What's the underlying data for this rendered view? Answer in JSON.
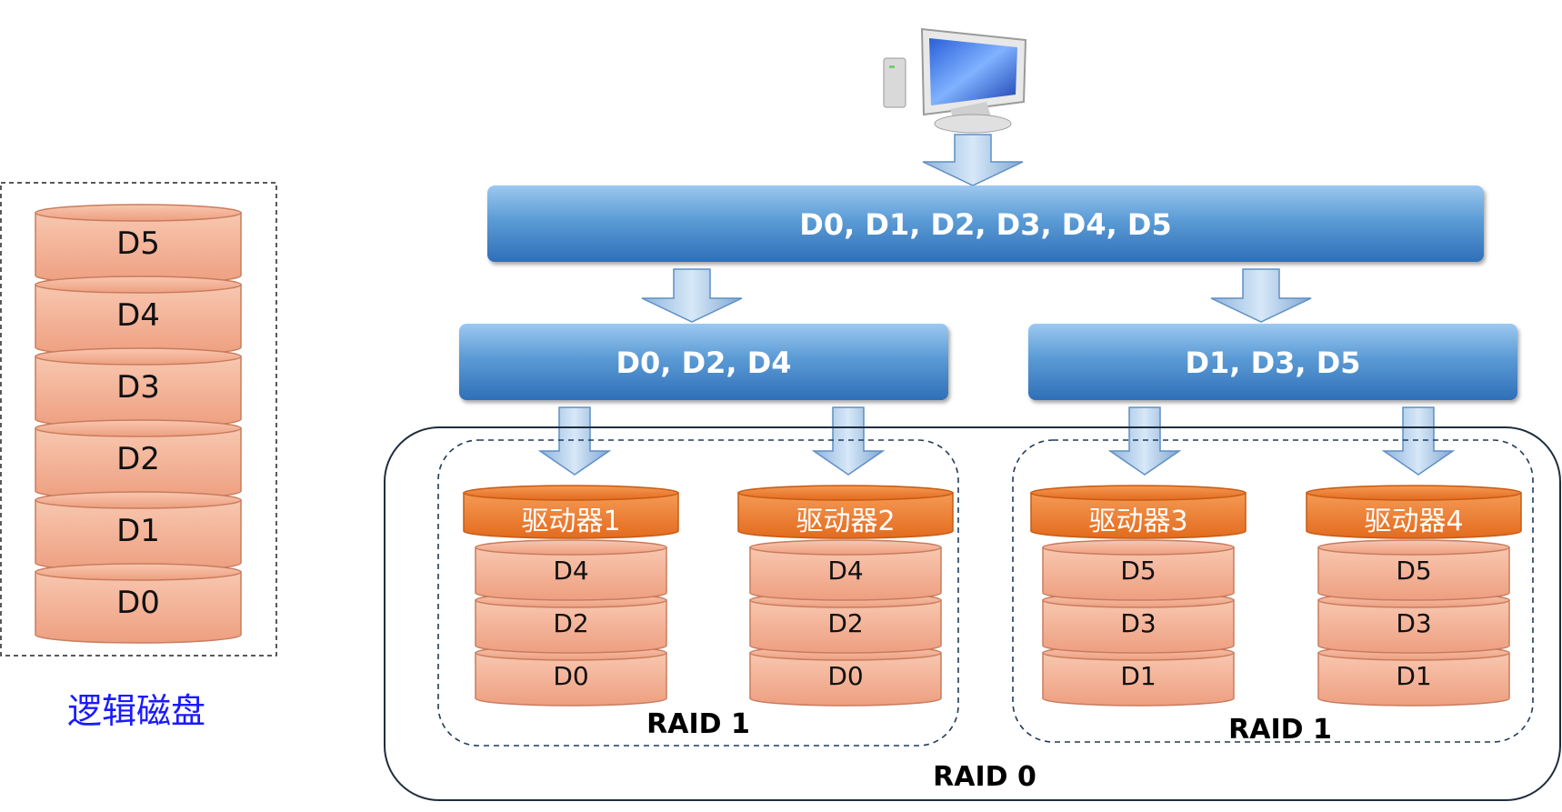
{
  "logical_disk": {
    "label": "逻辑磁盘",
    "segments": [
      "D5",
      "D4",
      "D3",
      "D2",
      "D1",
      "D0"
    ]
  },
  "top_bar": {
    "label": "D0, D1, D2, D3, D4, D5"
  },
  "left_bar": {
    "label": "D0, D2, D4"
  },
  "right_bar": {
    "label": "D1, D3, D5"
  },
  "groups": [
    {
      "label": "RAID 1",
      "drives": [
        {
          "label": "驱动器1",
          "blocks": [
            "D4",
            "D2",
            "D0"
          ]
        },
        {
          "label": "驱动器2",
          "blocks": [
            "D4",
            "D2",
            "D0"
          ]
        }
      ]
    },
    {
      "label": "RAID 1",
      "drives": [
        {
          "label": "驱动器3",
          "blocks": [
            "D5",
            "D3",
            "D1"
          ]
        },
        {
          "label": "驱动器4",
          "blocks": [
            "D5",
            "D3",
            "D1"
          ]
        }
      ]
    }
  ],
  "outer_label": "RAID 0",
  "colors": {
    "disk_fill": "#f4b39a",
    "disk_stroke": "#c97c5d",
    "drive_fill": "#ef7b2f",
    "bar_fill": "#5b9bd5",
    "label_blue": "#1a1aff"
  },
  "icons": {
    "computer": "computer-icon",
    "arrow": "arrow-down-icon"
  }
}
